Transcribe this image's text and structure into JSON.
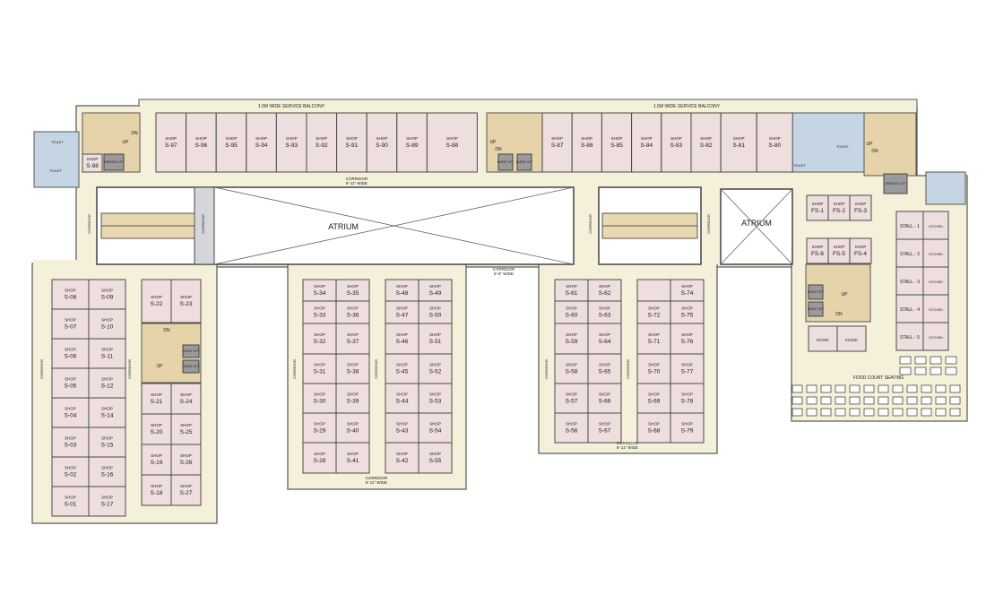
{
  "colors": {
    "background": "#ffffff",
    "corridor": "#f4f0d9",
    "shop": "#efdede",
    "wall": "#4a4a4a",
    "atrium": "#ffffff",
    "core": "#e6d3aa",
    "toilet": "#c5d5e4",
    "lift": "#9a9a9a",
    "text": "#1a1a1a"
  },
  "labels": {
    "shop": "SHOP",
    "balcony_left": "1.5M WIDE SERVICE BALCONY",
    "balcony_right": "1.5M WIDE SERVICE BALCONY",
    "atrium_main": "ATRIUM",
    "atrium_small": "ATRIUM",
    "corridor": "CORRIDOR",
    "corridor_top_width": "6'-11\" WIDE",
    "corridor_mid_width": "6'-6\" WIDE",
    "corridor_bottom_width": "6'-11\" WIDE",
    "corridor_right_width": "6'-11\" WIDE",
    "food_court_seating": "FOOD COURT SEATING",
    "kiosk": "KIOSK",
    "kitchen": "KITCHEN",
    "toilet": "TOILET",
    "service_lift": "SERVICE LIFT",
    "guest_lift": "GUEST LIFT",
    "up": "UP",
    "dn": "DN"
  },
  "top_row_left": [
    "S-97",
    "S-96",
    "S-95",
    "S-94",
    "S-93",
    "S-92",
    "S-91",
    "S-90",
    "S-89",
    "S-88"
  ],
  "top_row_right": [
    "S-87",
    "S-86",
    "S-85",
    "S-84",
    "S-83",
    "S-82",
    "S-81",
    "S-80"
  ],
  "corner_shop": "S-98",
  "block_a": {
    "left": [
      "S-08",
      "S-07",
      "S-06",
      "S-05",
      "S-04",
      "S-03",
      "S-02",
      "S-01"
    ],
    "right": [
      "S-09",
      "S-10",
      "S-11",
      "S-12",
      "S-14",
      "S-15",
      "S-16",
      "S-17"
    ]
  },
  "block_b": {
    "top": [
      "S-22",
      "S-23"
    ],
    "left": [
      "S-21",
      "S-20",
      "S-19",
      "S-18"
    ],
    "right": [
      "S-24",
      "S-25",
      "S-26",
      "S-27"
    ]
  },
  "block_c": {
    "left": [
      "S-34",
      "S-33",
      "S-32",
      "S-31",
      "S-30",
      "S-29",
      "S-28"
    ],
    "right": [
      "S-35",
      "S-36",
      "S-37",
      "S-38",
      "S-39",
      "S-40",
      "S-41"
    ]
  },
  "block_d": {
    "left": [
      "S-48",
      "S-47",
      "S-46",
      "S-45",
      "S-44",
      "S-43",
      "S-42"
    ],
    "right": [
      "S-49",
      "S-50",
      "S-51",
      "S-52",
      "S-53",
      "S-54",
      "S-55"
    ]
  },
  "block_e": {
    "left": [
      "S-61",
      "S-60",
      "S-59",
      "S-58",
      "S-57",
      "S-56"
    ],
    "right": [
      "S-62",
      "S-63",
      "S-64",
      "S-65",
      "S-66",
      "S-67"
    ]
  },
  "block_f": {
    "left": [
      "S-72",
      "S-71",
      "S-70",
      "S-69",
      "S-68"
    ],
    "right": [
      "S-75",
      "S-76",
      "S-77",
      "S-78",
      "S-79"
    ],
    "top_right": "S-74"
  },
  "food_shops": {
    "top": [
      "FS-1",
      "FS-2",
      "FS-3"
    ],
    "bottom": [
      "FS-6",
      "FS-5",
      "FS-4"
    ]
  },
  "stalls": [
    "STALL - 1",
    "STALL - 2",
    "STALL - 3",
    "STALL - 4",
    "STALL - 5"
  ]
}
